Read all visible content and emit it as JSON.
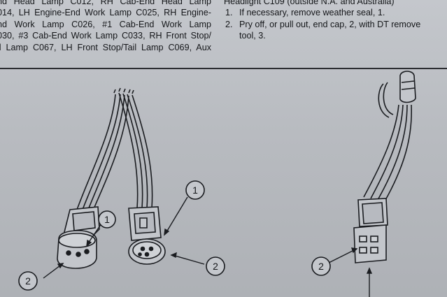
{
  "left_column": {
    "lines": [
      "nd Head Lamp C012, RH Cab-End Head Lamp",
      "014, LH Engine-End Work Lamp C025, RH Engine-",
      "nd Work Lamp C026, #1 Cab-End Work Lamp",
      "030, #3 Cab-End Work Lamp C033, RH Front Stop/",
      "il Lamp C067, LH Front Stop/Tail Lamp C069, Aux"
    ]
  },
  "right_column": {
    "heading": "Headlight C109 (outside N.A. and Australia)",
    "steps": [
      {
        "num": "1.",
        "text": "If necessary, remove weather seal, 1."
      },
      {
        "num": "2.",
        "text": "Pry off, or pull out, end cap, 2, with DT remove",
        "continuation": "tool, 3."
      }
    ]
  },
  "figure_left": {
    "callouts": [
      "1",
      "2",
      "1",
      "2"
    ]
  },
  "figure_right": {
    "callouts": [
      "2"
    ]
  }
}
